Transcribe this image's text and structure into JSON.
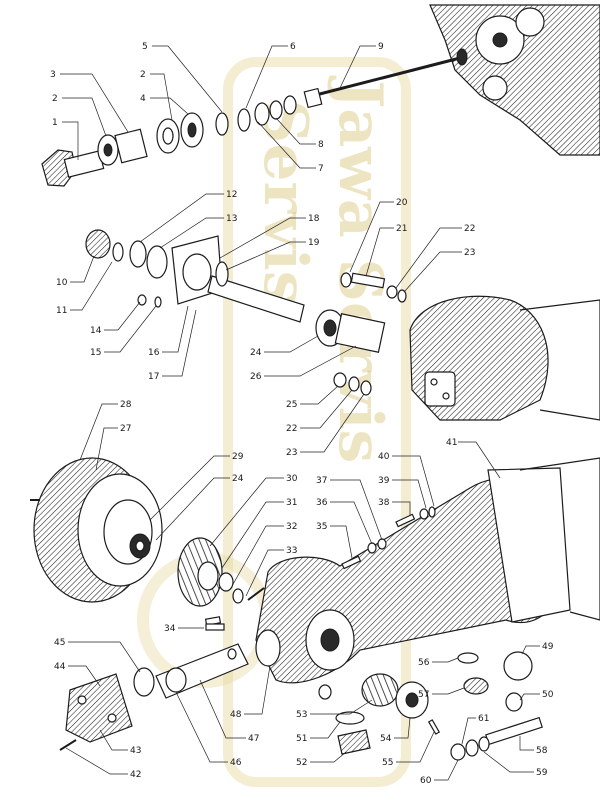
{
  "watermark": {
    "text_left": "Servis",
    "text_right": "Jawa Servis",
    "color": "#d8c47a"
  },
  "callouts": [
    {
      "id": "c1",
      "label": "1"
    },
    {
      "id": "c2a",
      "label": "2"
    },
    {
      "id": "c3",
      "label": "3"
    },
    {
      "id": "c2b",
      "label": "2"
    },
    {
      "id": "c4",
      "label": "4"
    },
    {
      "id": "c5",
      "label": "5"
    },
    {
      "id": "c6",
      "label": "6"
    },
    {
      "id": "c7",
      "label": "7"
    },
    {
      "id": "c8",
      "label": "8"
    },
    {
      "id": "c9",
      "label": "9"
    },
    {
      "id": "c10",
      "label": "10"
    },
    {
      "id": "c11",
      "label": "11"
    },
    {
      "id": "c12",
      "label": "12"
    },
    {
      "id": "c13",
      "label": "13"
    },
    {
      "id": "c14",
      "label": "14"
    },
    {
      "id": "c15",
      "label": "15"
    },
    {
      "id": "c16",
      "label": "16"
    },
    {
      "id": "c17",
      "label": "17"
    },
    {
      "id": "c18",
      "label": "18"
    },
    {
      "id": "c19",
      "label": "19"
    },
    {
      "id": "c20",
      "label": "20"
    },
    {
      "id": "c21",
      "label": "21"
    },
    {
      "id": "c22a",
      "label": "22"
    },
    {
      "id": "c23a",
      "label": "23"
    },
    {
      "id": "c24a",
      "label": "24"
    },
    {
      "id": "c26",
      "label": "26"
    },
    {
      "id": "c25",
      "label": "25"
    },
    {
      "id": "c22b",
      "label": "22"
    },
    {
      "id": "c23b",
      "label": "23"
    },
    {
      "id": "c28",
      "label": "28"
    },
    {
      "id": "c27",
      "label": "27"
    },
    {
      "id": "c29",
      "label": "29"
    },
    {
      "id": "c24b",
      "label": "24"
    },
    {
      "id": "c30",
      "label": "30"
    },
    {
      "id": "c31",
      "label": "31"
    },
    {
      "id": "c32",
      "label": "32"
    },
    {
      "id": "c33",
      "label": "33"
    },
    {
      "id": "c34",
      "label": "34"
    },
    {
      "id": "c35",
      "label": "35"
    },
    {
      "id": "c36",
      "label": "36"
    },
    {
      "id": "c37",
      "label": "37"
    },
    {
      "id": "c38",
      "label": "38"
    },
    {
      "id": "c39",
      "label": "39"
    },
    {
      "id": "c40",
      "label": "40"
    },
    {
      "id": "c41",
      "label": "41"
    },
    {
      "id": "c42",
      "label": "42"
    },
    {
      "id": "c43",
      "label": "43"
    },
    {
      "id": "c44",
      "label": "44"
    },
    {
      "id": "c45",
      "label": "45"
    },
    {
      "id": "c46",
      "label": "46"
    },
    {
      "id": "c47",
      "label": "47"
    },
    {
      "id": "c48",
      "label": "48"
    },
    {
      "id": "c49",
      "label": "49"
    },
    {
      "id": "c50",
      "label": "50"
    },
    {
      "id": "c51",
      "label": "51"
    },
    {
      "id": "c52",
      "label": "52"
    },
    {
      "id": "c53",
      "label": "53"
    },
    {
      "id": "c54",
      "label": "54"
    },
    {
      "id": "c55",
      "label": "55"
    },
    {
      "id": "c56",
      "label": "56"
    },
    {
      "id": "c57",
      "label": "57"
    },
    {
      "id": "c58",
      "label": "58"
    },
    {
      "id": "c59",
      "label": "59"
    },
    {
      "id": "c60",
      "label": "60"
    },
    {
      "id": "c61",
      "label": "61"
    }
  ]
}
